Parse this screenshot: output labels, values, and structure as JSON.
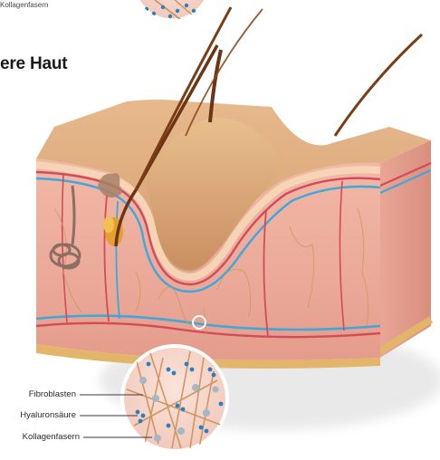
{
  "top_label": "Kollagenfasern",
  "title": "ere Haut",
  "legend": {
    "fibroblasts": "Fibroblasten",
    "hyaluronic": "Hyaluronsäure",
    "collagen": "Kollagenfasern"
  },
  "colors": {
    "epidermis": "#d9a777",
    "dermis": "#f1b4a6",
    "fat_layer": "#e3b56a",
    "artery": "#d34b5a",
    "vein": "#3fa7dc",
    "nerve": "#c89b5c",
    "hair": "#6b3414",
    "hyaluronic_dots": "#2a7fbf"
  }
}
